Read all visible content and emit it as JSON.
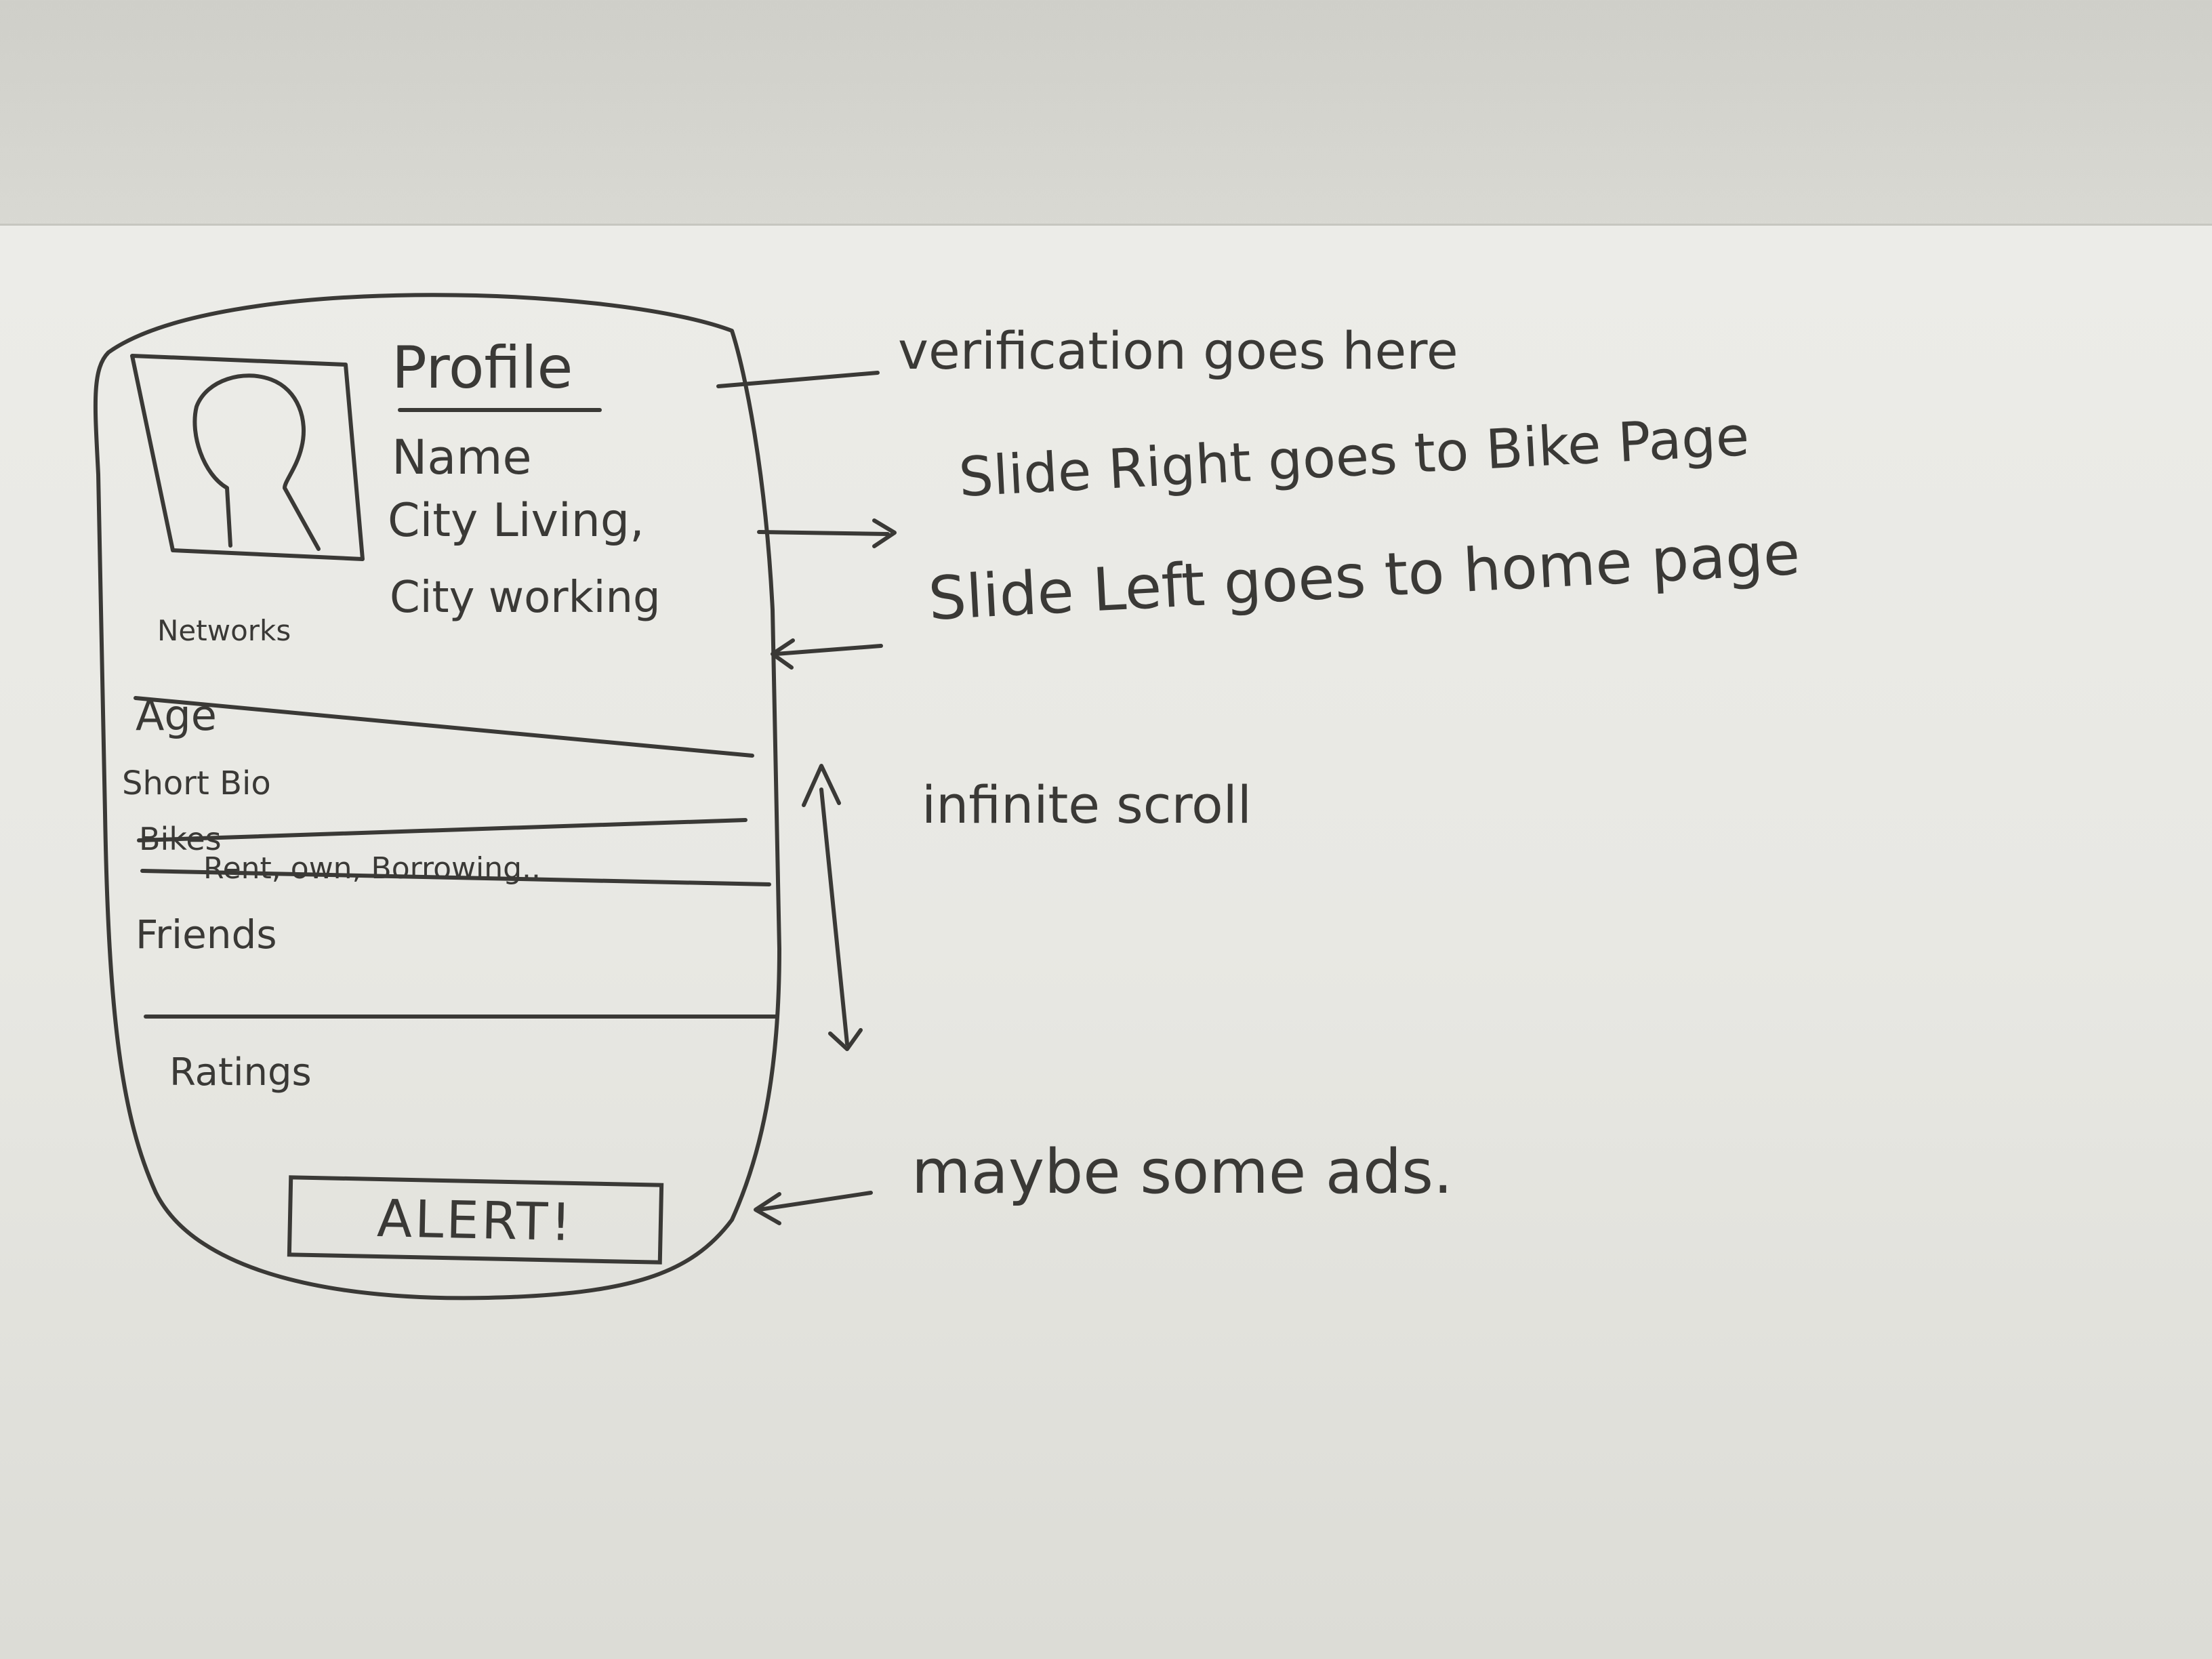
{
  "profile": {
    "title": "Profile",
    "name_label": "Name",
    "city_living": "City Living,",
    "city_working": "City working",
    "networks": "Networks",
    "age": "Age",
    "short_bio": "Short Bio",
    "bikes": "Bikes",
    "bikes_detail": "Rent, own, Borrowing..",
    "friends": "Friends",
    "ratings": "Ratings",
    "alert_button": "ALERT!"
  },
  "annotations": {
    "verification": "verification goes here",
    "slide_right": "Slide Right goes to Bike Page",
    "slide_left": "Slide Left goes to home page",
    "infinite_scroll": "infinite scroll",
    "ads": "maybe some ads."
  },
  "colors": {
    "ink": "#3a3936",
    "paper": "#e9e9e4"
  }
}
